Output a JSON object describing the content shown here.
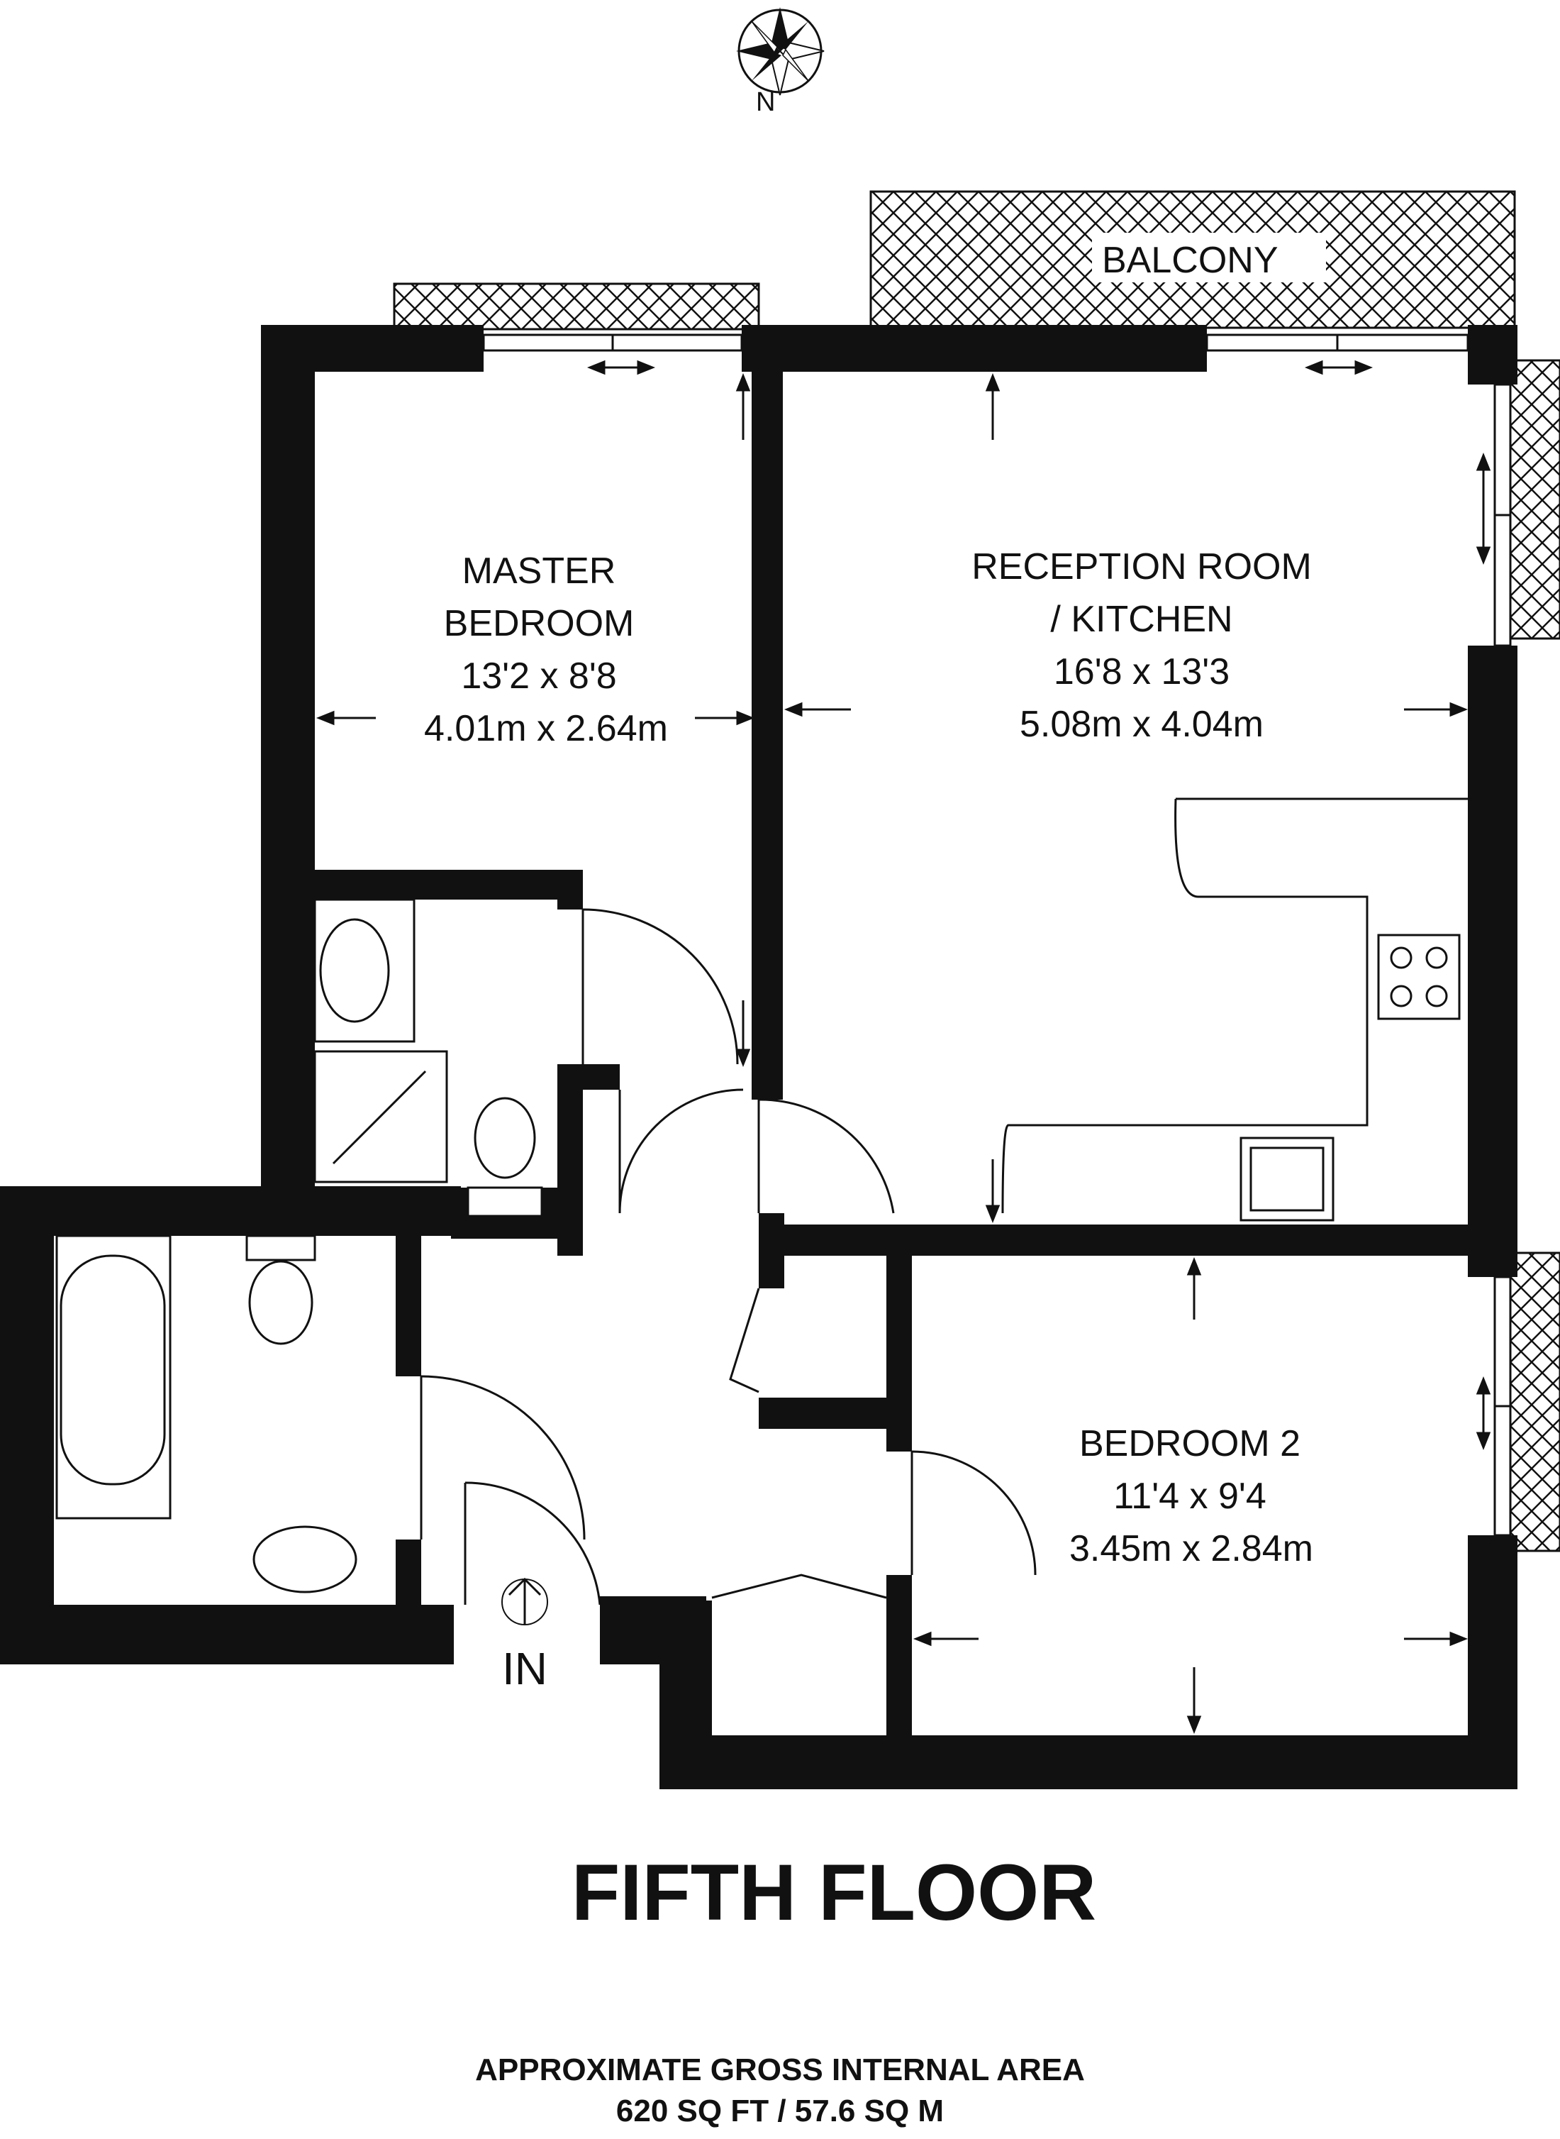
{
  "compass": {
    "north_label": "N",
    "icon": "compass-rose-icon"
  },
  "balcony": {
    "label": "BALCONY"
  },
  "rooms": [
    {
      "id": "master-bedroom",
      "lines": [
        "MASTER",
        "BEDROOM",
        "13'2 x 8'8",
        "4.01m x 2.64m"
      ]
    },
    {
      "id": "reception-kitchen",
      "lines": [
        "RECEPTION ROOM",
        "/ KITCHEN",
        "16'8 x 13'3",
        "5.08m x 4.04m"
      ]
    },
    {
      "id": "bedroom-2",
      "lines": [
        "BEDROOM 2",
        "11'4 x 9'4",
        "3.45m x 2.84m"
      ]
    }
  ],
  "entrance": {
    "label": "IN"
  },
  "floor": {
    "title": "FIFTH FLOOR"
  },
  "area": {
    "heading": "APPROXIMATE GROSS INTERNAL AREA",
    "value": "620 SQ FT / 57.6 SQ M"
  }
}
